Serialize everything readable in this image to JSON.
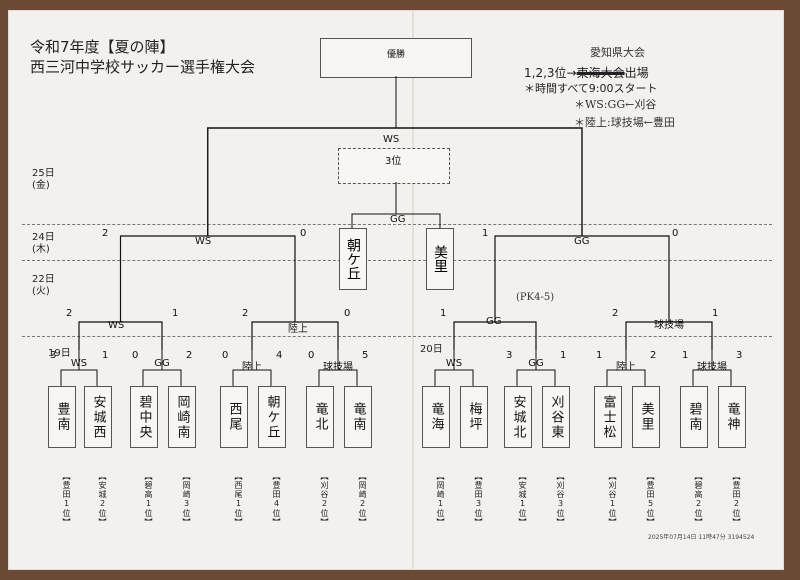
{
  "header": {
    "title_line1": "令和7年度【夏の陣】",
    "title_line2": "西三河中学校サッカー選手権大会",
    "final_box": "優勝",
    "third_box": "3位",
    "final_venue": "WS",
    "notes": {
      "qualify": "1,2,3位→",
      "qualify_struck": "東海大会",
      "qualify_handwritten": "愛知県大会",
      "qualify_end": "出場",
      "time": "＊時間すべて9:00スタート",
      "ws_note": "＊WS:GG←刈谷",
      "riku_note": "＊陸上:球技場←豊田"
    }
  },
  "days": [
    {
      "label": "25日\n(金)"
    },
    {
      "label": "24日\n(木)"
    },
    {
      "label": "22日\n(火)"
    },
    {
      "label": "19日"
    },
    {
      "label": "20日"
    }
  ],
  "third_place": {
    "venue": "GG",
    "left_team": "朝ケ丘",
    "right_team": "美里"
  },
  "semis": {
    "left_venue": "WS",
    "right_venue": "GG",
    "left_score_a": "2",
    "left_score_b": "0",
    "right_score_a": "1",
    "right_score_b": "0"
  },
  "quarters": [
    {
      "venue": "WS",
      "a": "2",
      "b": "1"
    },
    {
      "venue": "陸上",
      "a": "2",
      "b": "0"
    },
    {
      "venue": "GG",
      "a": "1",
      "b": "",
      "note": "(PK4-5)"
    },
    {
      "venue": "球技場",
      "a": "2",
      "b": "1"
    }
  ],
  "r1": [
    {
      "venue": "WS",
      "a": "3",
      "b": "1"
    },
    {
      "venue": "GG",
      "a": "0",
      "b": "2"
    },
    {
      "venue": "陸上",
      "a": "0",
      "b": "4"
    },
    {
      "venue": "球技場",
      "a": "0",
      "b": "5"
    },
    {
      "venue": "WS",
      "a": "",
      "b": ""
    },
    {
      "venue": "GG",
      "a": "3",
      "b": "1"
    },
    {
      "venue": "陸上",
      "a": "1",
      "b": "2"
    },
    {
      "venue": "球技場",
      "a": "1",
      "b": "3"
    }
  ],
  "teams": [
    {
      "name": "豊南",
      "seed": "【豊田1位】"
    },
    {
      "name": "安城西",
      "seed": "【安城2位】"
    },
    {
      "name": "碧中央",
      "seed": "【碧高1位】"
    },
    {
      "name": "岡崎南",
      "seed": "【岡崎3位】"
    },
    {
      "name": "西尾",
      "seed": "【西尾1位】"
    },
    {
      "name": "朝ケ丘",
      "seed": "【豊田4位】"
    },
    {
      "name": "竜北",
      "seed": "【刈谷2位】"
    },
    {
      "name": "竜南",
      "seed": "【岡崎2位】"
    },
    {
      "name": "竜海",
      "seed": "【岡崎1位】"
    },
    {
      "name": "梅坪",
      "seed": "【豊田3位】"
    },
    {
      "name": "安城北",
      "seed": "【安城1位】"
    },
    {
      "name": "刈谷東",
      "seed": "【刈谷3位】"
    },
    {
      "name": "富士松",
      "seed": "【刈谷1位】"
    },
    {
      "name": "美里",
      "seed": "【豊田5位】"
    },
    {
      "name": "碧南",
      "seed": "【碧高2位】"
    },
    {
      "name": "竜神",
      "seed": "【豊田2位】"
    }
  ],
  "footer": "2025年07月14日 11時47分 3194524"
}
